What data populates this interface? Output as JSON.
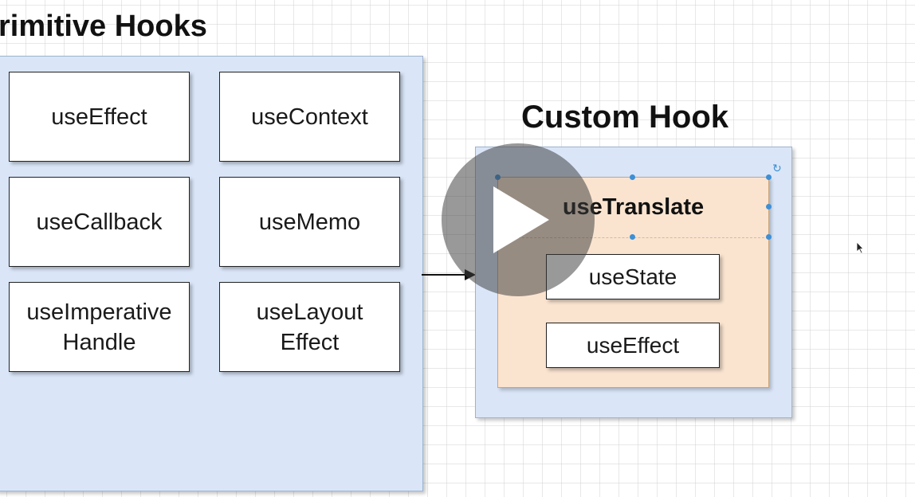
{
  "primitive_hooks": {
    "title": "rimitive Hooks",
    "items": [
      "useEffect",
      "useContext",
      "useCallback",
      "useMemo",
      "useImperative\nHandle",
      "useLayout\nEffect"
    ]
  },
  "custom_hook": {
    "title": "Custom Hook",
    "hook_name": "useTranslate",
    "inner_hooks": [
      "useState",
      "useEffect"
    ]
  },
  "colors": {
    "container_fill": "#dae6f8",
    "custom_hook_fill": "#fae4d0",
    "selection_handle": "#3d8fd6"
  },
  "overlay": {
    "play_icon": "play-icon",
    "pointer_icon": "mouse-pointer-icon"
  }
}
